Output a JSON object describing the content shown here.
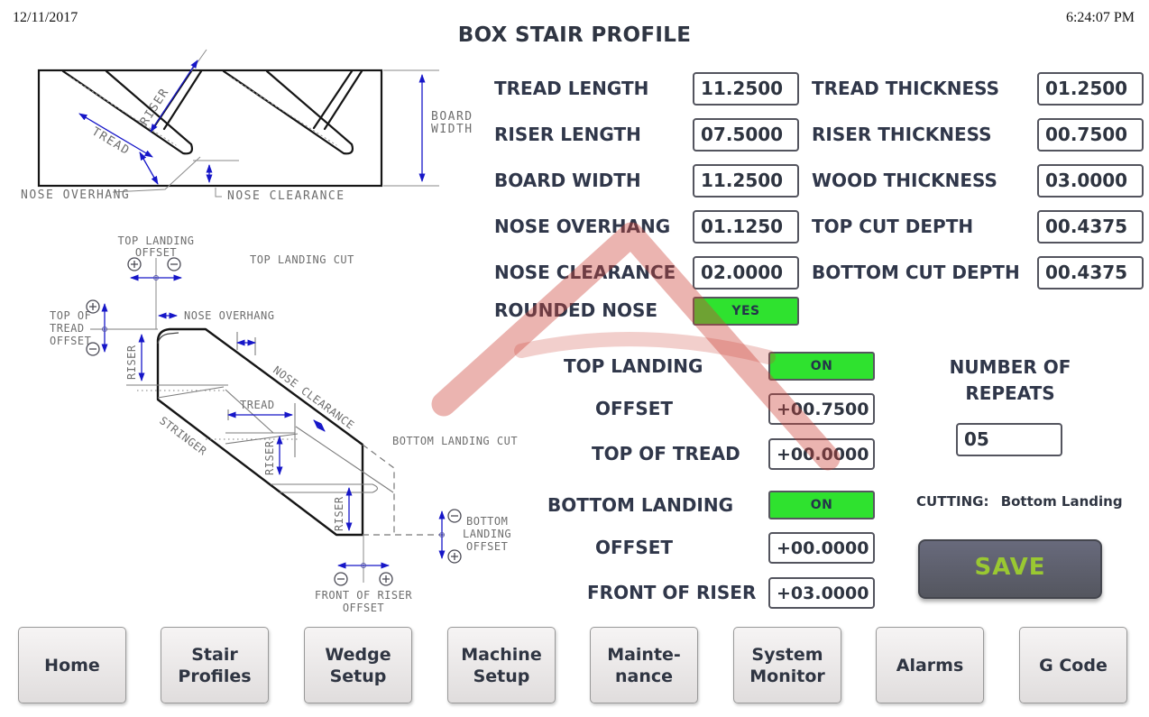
{
  "header": {
    "date": "12/11/2017",
    "title": "BOX STAIR PROFILE",
    "time": "6:24:07 PM"
  },
  "fields_left": [
    {
      "label": "TREAD LENGTH",
      "value": "11.2500"
    },
    {
      "label": "RISER LENGTH",
      "value": "07.5000"
    },
    {
      "label": "BOARD WIDTH",
      "value": "11.2500"
    },
    {
      "label": "NOSE OVERHANG",
      "value": "01.1250"
    },
    {
      "label": "NOSE CLEARANCE",
      "value": "02.0000"
    }
  ],
  "fields_right": [
    {
      "label": "TREAD THICKNESS",
      "value": "01.2500"
    },
    {
      "label": "RISER THICKNESS",
      "value": "00.7500"
    },
    {
      "label": "WOOD THICKNESS",
      "value": "03.0000"
    },
    {
      "label": "TOP CUT DEPTH",
      "value": "00.4375"
    },
    {
      "label": "BOTTOM CUT DEPTH",
      "value": "00.4375"
    }
  ],
  "rounded_nose": {
    "label": "ROUNDED NOSE",
    "value": "YES"
  },
  "top_landing": {
    "heading": "TOP LANDING",
    "state": "ON",
    "offset": {
      "label": "OFFSET",
      "value": "+00.7500"
    },
    "top_of_tread": {
      "label": "TOP OF TREAD",
      "value": "+00.0000"
    }
  },
  "bottom_landing": {
    "heading": "BOTTOM LANDING",
    "state": "ON",
    "offset": {
      "label": "OFFSET",
      "value": "+00.0000"
    },
    "front_of_riser": {
      "label": "FRONT OF RISER",
      "value": "+03.0000"
    }
  },
  "repeats": {
    "label_line1": "NUMBER OF",
    "label_line2": "REPEATS",
    "value": "05"
  },
  "cutting": {
    "label": "CUTTING:",
    "value": "Bottom Landing"
  },
  "save": {
    "label": "SAVE"
  },
  "nav_buttons": [
    {
      "line1": "Home"
    },
    {
      "line1": "Stair",
      "line2": "Profiles"
    },
    {
      "line1": "Wedge",
      "line2": "Setup"
    },
    {
      "line1": "Machine",
      "line2": "Setup"
    },
    {
      "line1": "Mainte-",
      "line2": "nance"
    },
    {
      "line1": "System",
      "line2": "Monitor"
    },
    {
      "line1": "Alarms"
    },
    {
      "line1": "G Code"
    }
  ],
  "diagram_top": {
    "riser": "RISER",
    "tread": "TREAD",
    "nose_overhang": "NOSE OVERHANG",
    "nose_clearance": "NOSE CLEARANCE",
    "board_width_l1": "BOARD",
    "board_width_l2": "WIDTH"
  },
  "diagram_bottom": {
    "top_landing_l1": "TOP LANDING",
    "top_landing_l2": "OFFSET",
    "top_landing_cut": "TOP LANDING CUT",
    "top_of_tread_l1": "TOP OF",
    "top_of_tread_l2": "TREAD",
    "top_of_tread_l3": "OFFSET",
    "nose_overhang": "NOSE OVERHANG",
    "riser": "RISER",
    "stringer": "STRINGER",
    "tread": "TREAD",
    "nose_clearance": "NOSE CLEARANCE",
    "bottom_landing_cut": "BOTTOM LANDING CUT",
    "bottom_landing_l1": "BOTTOM",
    "bottom_landing_l2": "LANDING",
    "bottom_landing_l3": "OFFSET",
    "front_of_riser_l1": "FRONT OF RISER",
    "front_of_riser_l2": "OFFSET"
  },
  "colors": {
    "toggle_green": "#2fe22f",
    "save_button_bg": "#5d5f6b",
    "save_button_text": "#9ac832",
    "label_navy": "#30374a",
    "dimension_blue": "#1616c8",
    "watermark_red": "#ce443a"
  }
}
